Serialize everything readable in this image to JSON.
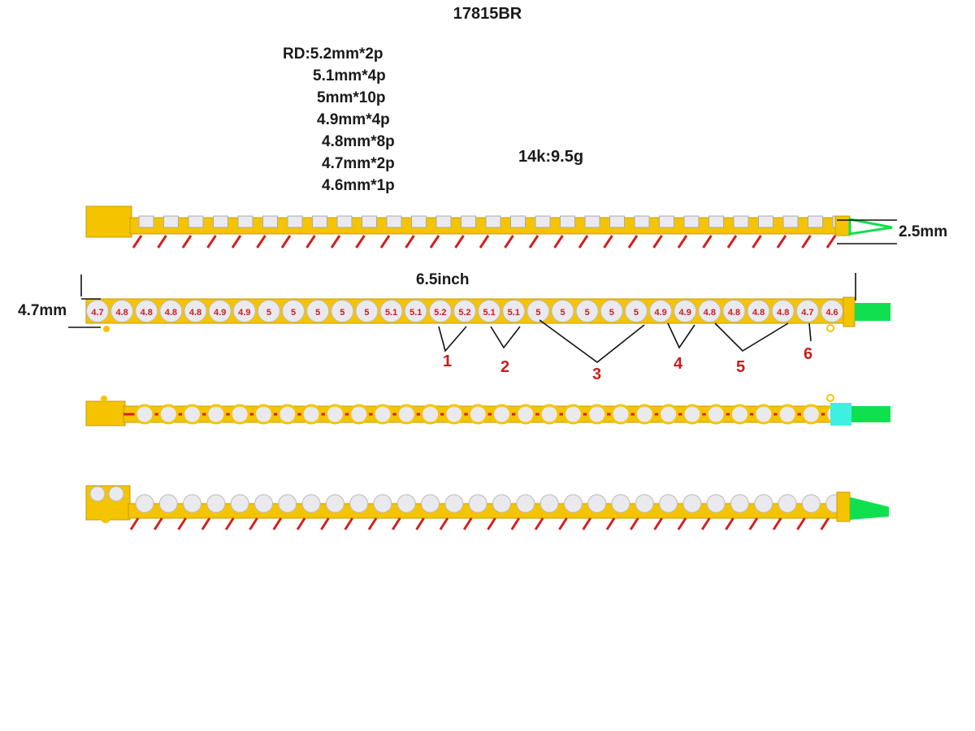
{
  "title": "17815BR",
  "specs": [
    "RD:5.2mm*2p",
    "5.1mm*4p",
    "5mm*10p",
    "4.9mm*4p",
    "4.8mm*8p",
    "4.7mm*2p",
    "4.6mm*1p"
  ],
  "weight": "14k:9.5g",
  "length_label": "6.5inch",
  "thickness_label": "2.5mm",
  "width_label": "4.7mm",
  "stone_sizes": [
    "4.7",
    "4.8",
    "4.8",
    "4.8",
    "4.8",
    "4.9",
    "4.9",
    "5",
    "5",
    "5",
    "5",
    "5",
    "5.1",
    "5.1",
    "5.2",
    "5.2",
    "5.1",
    "5.1",
    "5",
    "5",
    "5",
    "5",
    "5",
    "4.9",
    "4.9",
    "4.8",
    "4.8",
    "4.8",
    "4.8",
    "4.7",
    "4.6"
  ],
  "groups": [
    "1",
    "2",
    "3",
    "4",
    "5",
    "6"
  ],
  "colors": {
    "gold": "#f5c400",
    "gold_dark": "#c89a00",
    "prong_red": "#d41f1f",
    "size_text": "#c81e1e",
    "clasp_green": "#10e050",
    "clasp_cyan": "#3ef0e0",
    "diamond": "#e9e9ee"
  }
}
